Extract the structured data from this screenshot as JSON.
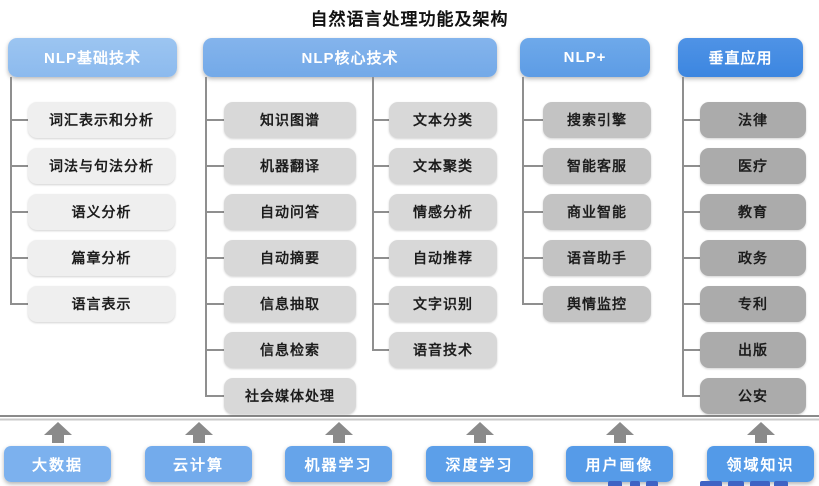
{
  "title": "自然语言处理功能及架构",
  "columns": [
    {
      "id": "nlp-basic",
      "header": "NLP基础技术",
      "groups": [
        [
          "词汇表示和分析",
          "词法与句法分析",
          "语义分析",
          "篇章分析",
          "语言表示"
        ]
      ]
    },
    {
      "id": "nlp-core",
      "header": "NLP核心技术",
      "groups": [
        [
          "知识图谱",
          "机器翻译",
          "自动问答",
          "自动摘要",
          "信息抽取",
          "信息检索",
          "社会媒体处理"
        ],
        [
          "文本分类",
          "文本聚类",
          "情感分析",
          "自动推荐",
          "文字识别",
          "语音技术"
        ]
      ]
    },
    {
      "id": "nlp-plus",
      "header": "NLP+",
      "groups": [
        [
          "搜索引擎",
          "智能客服",
          "商业智能",
          "语音助手",
          "舆情监控"
        ]
      ]
    },
    {
      "id": "vertical-apps",
      "header": "垂直应用",
      "groups": [
        [
          "法律",
          "医疗",
          "教育",
          "政务",
          "专利",
          "出版",
          "公安"
        ]
      ]
    }
  ],
  "foundation": [
    "大数据",
    "云计算",
    "机器学习",
    "深度学习",
    "用户画像",
    "领域知识"
  ],
  "colors": {
    "header_fills": [
      "#8cbaee",
      "#73a9e8",
      "#5d9ce5",
      "#3c86e0"
    ],
    "header_fills_top": [
      "#9cc5f1",
      "#84b4ec",
      "#6ea9ea",
      "#4f93e6"
    ],
    "box_fills": [
      "#efefef",
      "#d8d8d8",
      "#c3c3c3",
      "#ababab"
    ],
    "foundation_fills": [
      "#7cb1ee",
      "#73abec",
      "#66a4ea",
      "#5c9fe9",
      "#569be8",
      "#539ae8"
    ],
    "connector": "#8f8f8f",
    "arrow": "#8a8a8a",
    "separator_dark": "#8a8a8a",
    "separator_light": "#c9c9c9",
    "box_text": "#1c1c1c",
    "header_text": "#ffffff",
    "watermark_blue": "#3f63c4"
  }
}
